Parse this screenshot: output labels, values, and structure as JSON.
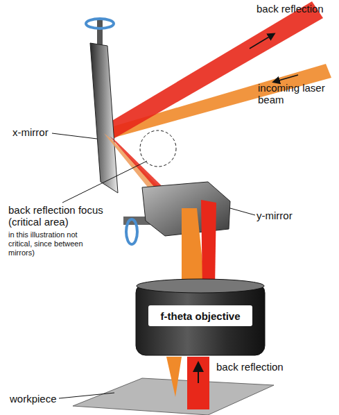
{
  "diagram": {
    "nodes": [
      {
        "text": [
          "f-theta objective"
        ]
      }
    ],
    "labels": [
      "back reflection",
      "incoming laser beam",
      "x-mirror",
      "back reflection focus (critical area)",
      "in this illustration not critical, since between mirrors)",
      "y-mirror",
      "back reflection",
      "workpiece"
    ]
  }
}
